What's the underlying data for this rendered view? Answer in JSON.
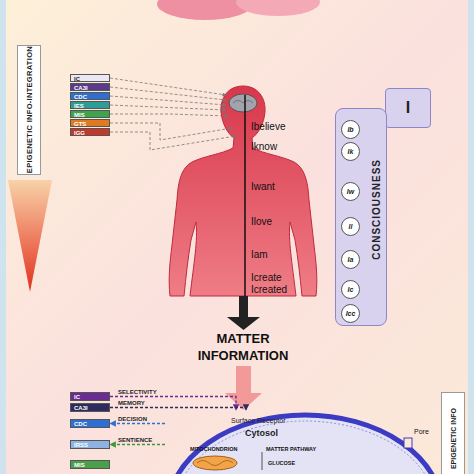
{
  "diagram": {
    "nodes": [
      {
        "text": [
          "EPIGENETIC INFO-INTEGRATION"
        ]
      },
      {
        "text": [
          "IC"
        ]
      },
      {
        "text": [
          "CA3I"
        ]
      },
      {
        "text": [
          "CDC"
        ]
      },
      {
        "text": [
          "IES"
        ]
      },
      {
        "text": [
          "MIS"
        ]
      },
      {
        "text": [
          "GTS"
        ]
      },
      {
        "text": [
          "IGG"
        ]
      },
      {
        "text": [
          "I"
        ]
      },
      {
        "text": [
          "CONSCIOUSNESS"
        ]
      },
      {
        "text": [
          "Ib"
        ],
        "in": 9
      },
      {
        "text": [
          "Ik"
        ],
        "in": 9
      },
      {
        "text": [
          "Iw"
        ],
        "in": 9
      },
      {
        "text": [
          "Il"
        ],
        "in": 9
      },
      {
        "text": [
          "Ia"
        ],
        "in": 9
      },
      {
        "text": [
          "Ic"
        ],
        "in": 9
      },
      {
        "text": [
          "Icc"
        ],
        "in": 9
      },
      {
        "text": [
          "IC"
        ]
      },
      {
        "text": [
          "CA3I"
        ]
      },
      {
        "text": [
          "CDC"
        ]
      },
      {
        "text": [
          "IRSS"
        ]
      },
      {
        "text": [
          "MIS"
        ]
      },
      {
        "text": [
          "Surface Receptor",
          "Cytosol"
        ]
      },
      {
        "text": [
          "EPIGENETIC INFO"
        ]
      }
    ],
    "edges": [
      {
        "from": 17,
        "to": 22,
        "label": "SELECTIVITY",
        "arrow": "to"
      },
      {
        "from": 18,
        "to": 22,
        "label": "MEMORY",
        "arrow": "to"
      },
      {
        "from": 22,
        "to": 19,
        "label": "DECISION",
        "arrow": "to"
      },
      {
        "from": 22,
        "to": 20,
        "label": "SENTIENCE",
        "arrow": "to"
      }
    ],
    "labels": [
      "Ibelieve",
      "Iknow",
      "Iwant",
      "Ilove",
      "Iam",
      "Icreate",
      "Icreated",
      "MATTER",
      "INFORMATION",
      "MITOCHONDRION",
      "MATTER PATHWAY",
      "GLUCOSE",
      "Pore"
    ]
  }
}
